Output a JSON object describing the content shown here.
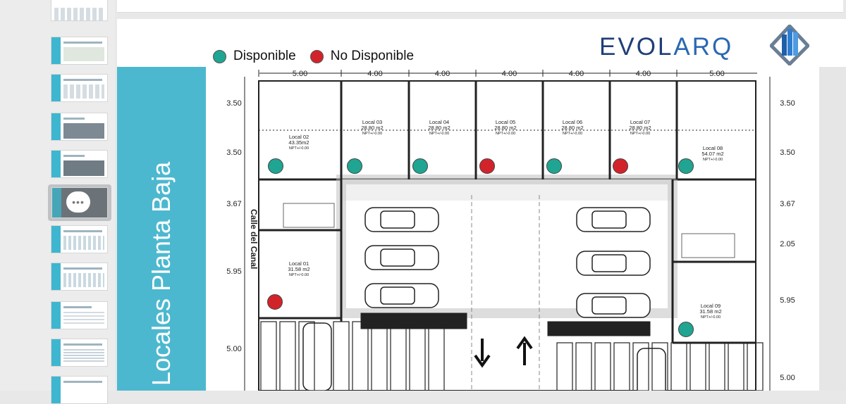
{
  "slide": {
    "title": "Locales Planta Baja",
    "legend": [
      {
        "label": "Disponible",
        "color": "#1fa592"
      },
      {
        "label": "No Disponible",
        "color": "#d3232a"
      }
    ],
    "logo": {
      "name": "EVOLARQ",
      "part1": "EVOL",
      "part2": "ARQ",
      "color": "#1e3f78",
      "icon": "evolarq-diamond-logo-icon"
    }
  },
  "plan": {
    "top_dimensions": [
      "5.00",
      "4.00",
      "4.00",
      "4.00",
      "4.00",
      "4.00",
      "5.00"
    ],
    "left_dimensions": [
      "3.50",
      "3.50",
      "3.67",
      "5.95",
      "5.00"
    ],
    "right_dimensions": [
      "3.50",
      "3.50",
      "3.67",
      "2.05",
      "5.95",
      "5.00"
    ],
    "street": "Calle del Canal",
    "units": [
      {
        "name": "Local 01",
        "area": "31.58 m2",
        "level": "NPT+/-0.00",
        "status": "No Disponible"
      },
      {
        "name": "Local 02",
        "area": "43.35m2",
        "level": "NPT+/-0.00",
        "status": "Disponible"
      },
      {
        "name": "Local 03",
        "area": "28.80 m2",
        "level": "NPT+/-0.00",
        "status": "Disponible"
      },
      {
        "name": "Local 04",
        "area": "28.80 m2",
        "level": "NPT+/-0.00",
        "status": "Disponible"
      },
      {
        "name": "Local 05",
        "area": "28.80 m2",
        "level": "NPT+/-0.00",
        "status": "No Disponible"
      },
      {
        "name": "Local 06",
        "area": "28.80 m2",
        "level": "NPT+/-0.00",
        "status": "Disponible"
      },
      {
        "name": "Local 07",
        "area": "28.80 m2",
        "level": "NPT+/-0.00",
        "status": "No Disponible"
      },
      {
        "name": "Local 08",
        "area": "54.07 m2",
        "level": "NPT+/-0.00",
        "status": "Disponible"
      },
      {
        "name": "Local 09",
        "area": "31.58 m2",
        "level": "NPT+/-0.00",
        "status": "Disponible"
      }
    ]
  },
  "thumbnails": {
    "count": 11,
    "selected_index": 5,
    "selected_overlay": "•••"
  }
}
